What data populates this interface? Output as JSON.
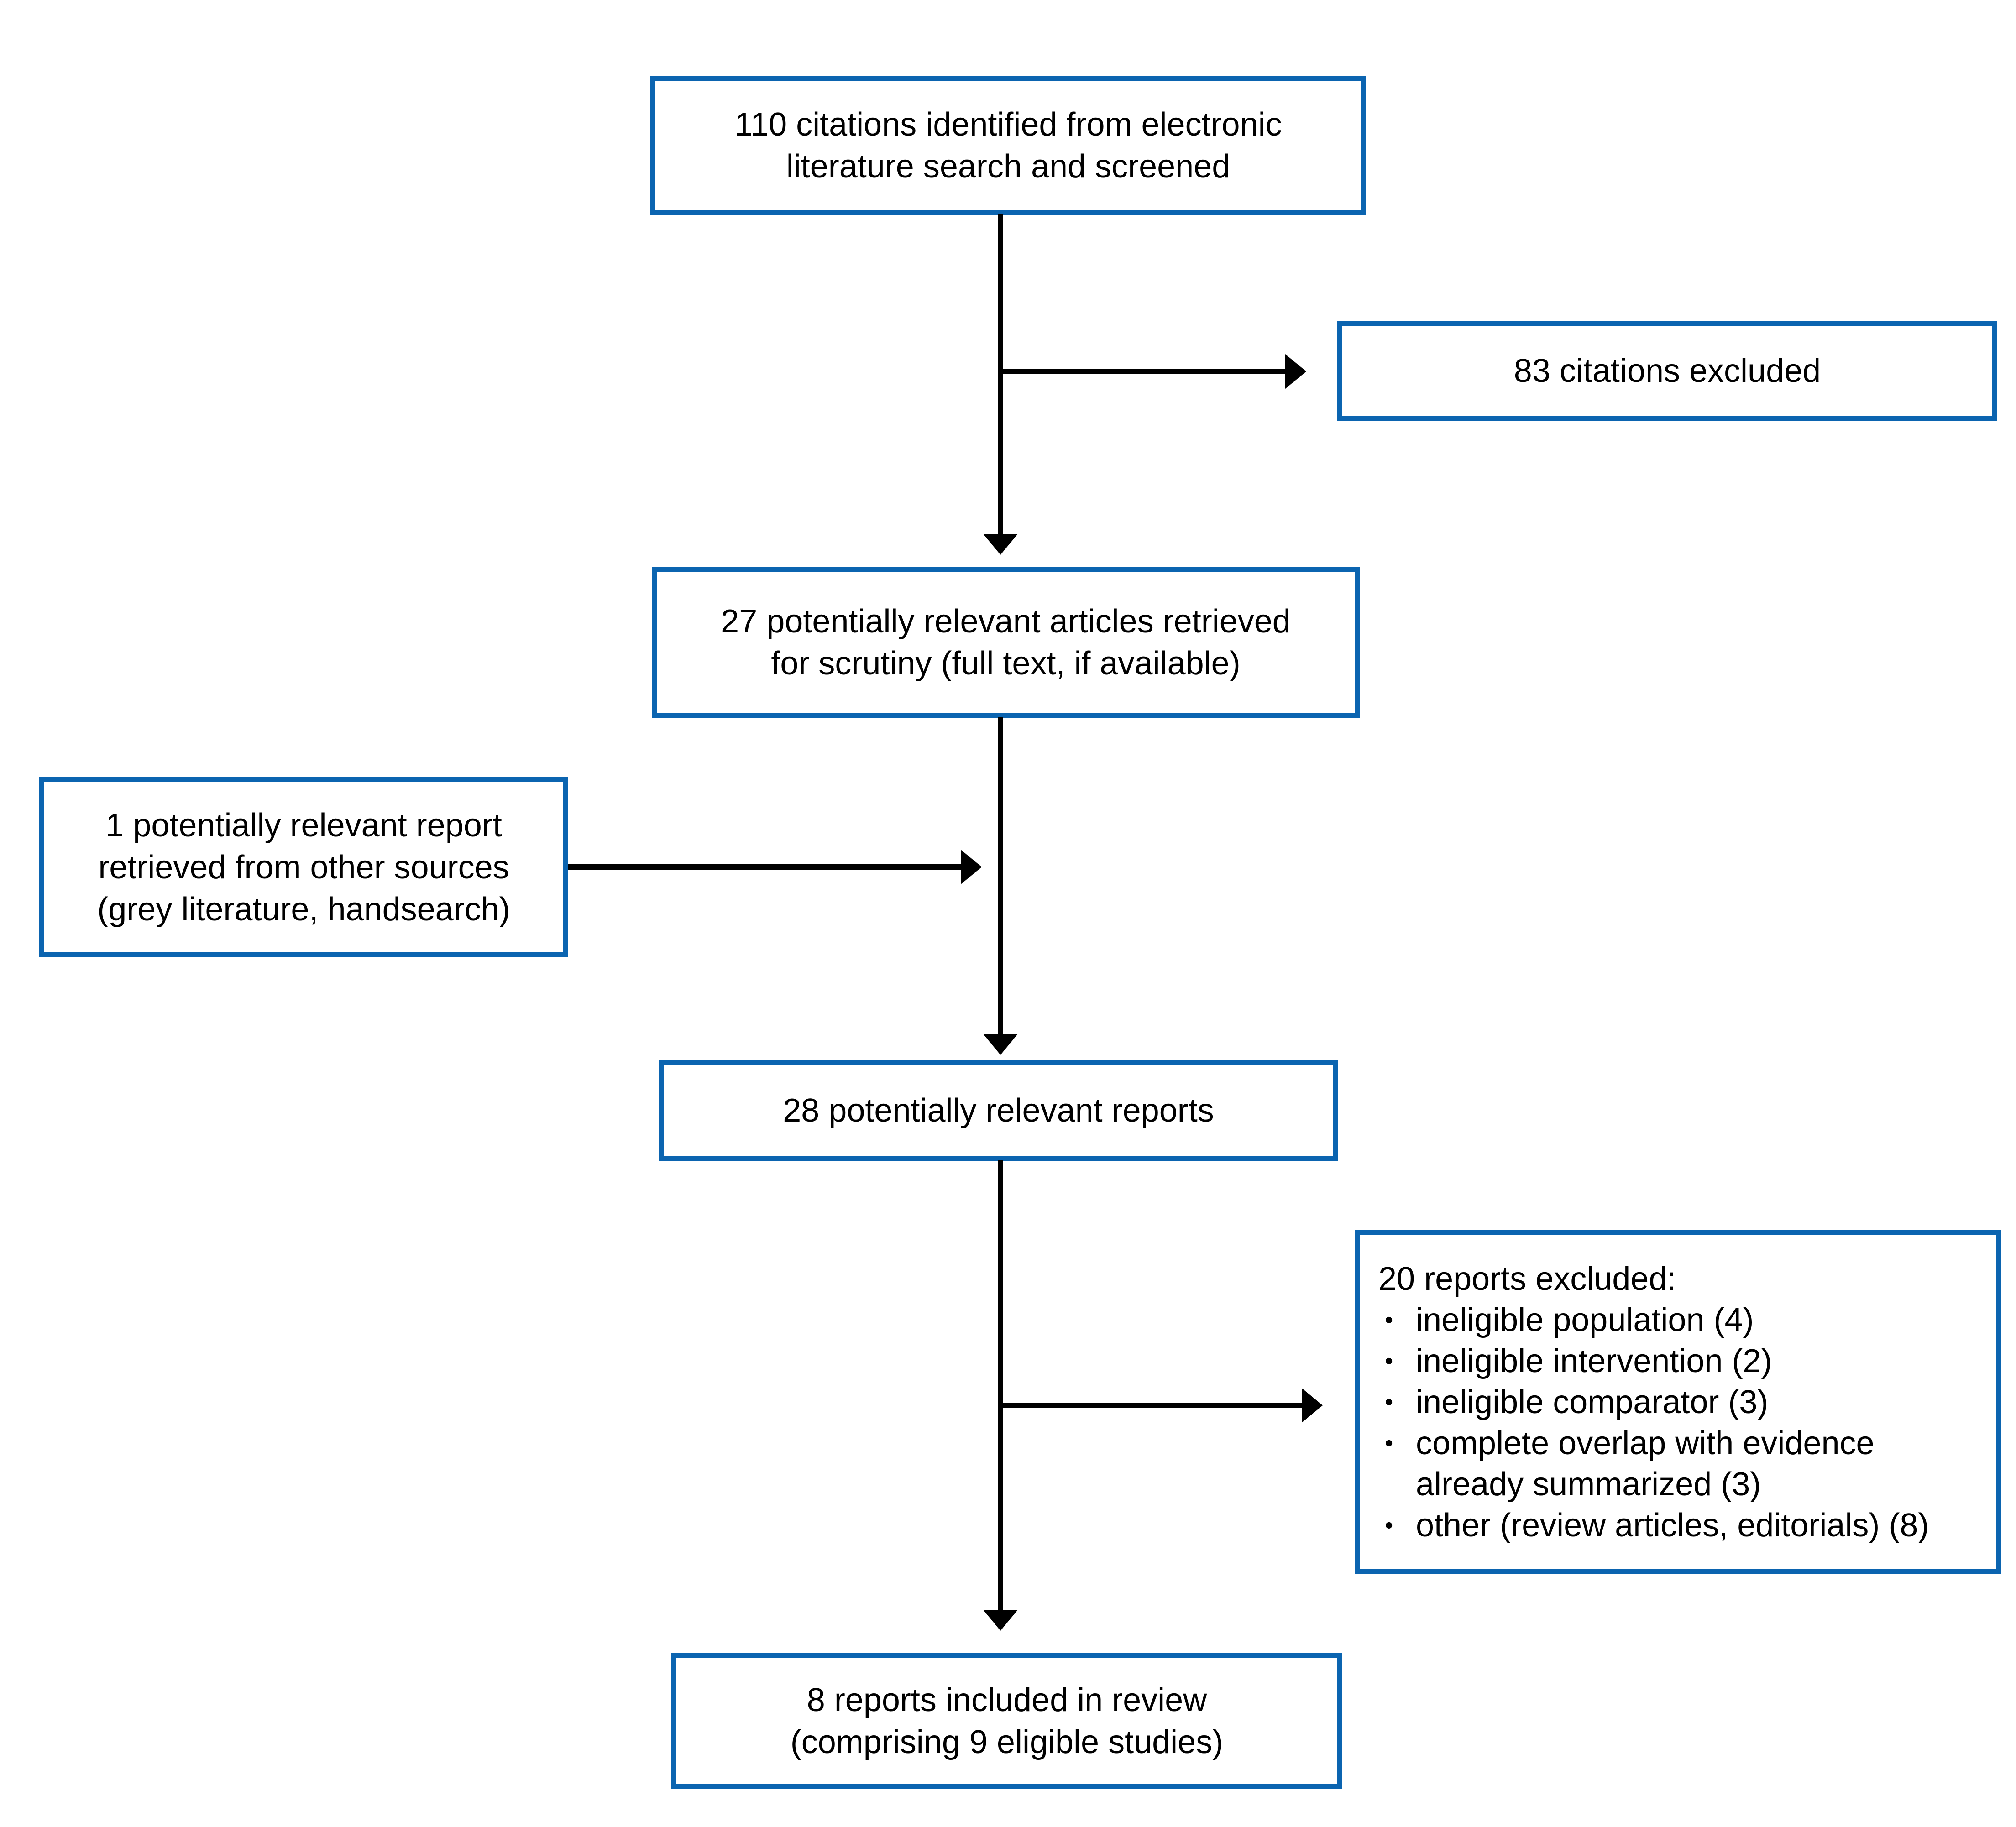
{
  "colors": {
    "accent": "#0b64b0",
    "ink": "#000000",
    "background": "#ffffff"
  },
  "diagram": {
    "boxes": {
      "identified": {
        "lines": [
          "110 citations identified from electronic",
          "literature search and screened"
        ]
      },
      "excluded_citations": {
        "lines": [
          "83 citations excluded"
        ]
      },
      "retrieved_articles": {
        "lines": [
          "27 potentially relevant articles retrieved",
          "for scrutiny (full text, if available)"
        ]
      },
      "other_sources": {
        "lines": [
          "1 potentially relevant report",
          "retrieved from other sources",
          "(grey literature, handsearch)"
        ]
      },
      "relevant_reports": {
        "lines": [
          "28 potentially relevant reports"
        ]
      },
      "excluded_reports": {
        "heading": "20 reports excluded:",
        "bullet_char": "•",
        "items": [
          "ineligible population (4)",
          "ineligible intervention (2)",
          "ineligible comparator (3)",
          "complete overlap with evidence already summarized (3)",
          "other (review articles, editorials) (8)"
        ]
      },
      "included": {
        "lines": [
          "8 reports included in review",
          "(comprising 9 eligible studies)"
        ]
      }
    }
  }
}
